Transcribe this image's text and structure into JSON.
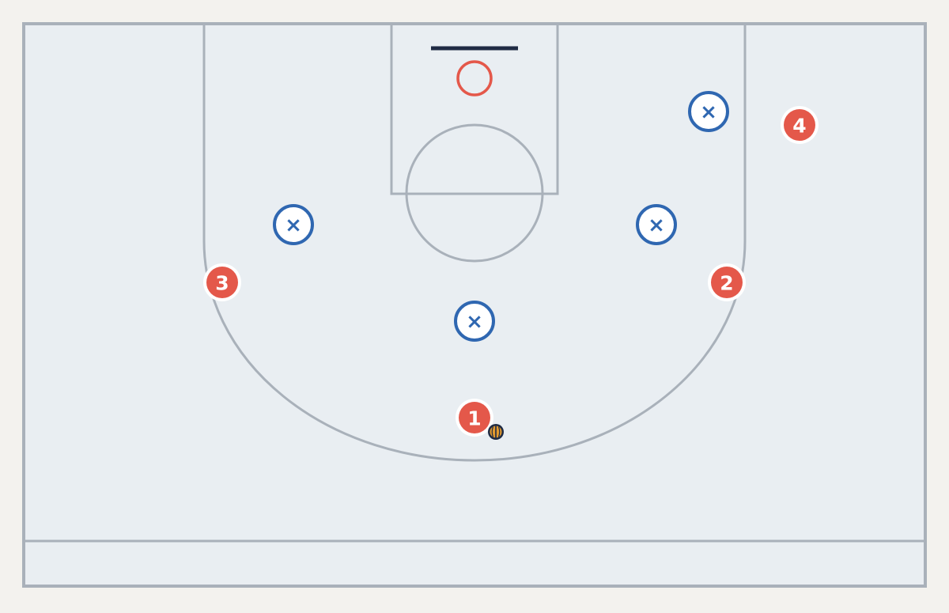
{
  "colors": {
    "page_background": "#f3f2ee",
    "court_fill": "#e9eef2",
    "court_lines": "#a9b1ba",
    "backboard": "#1f2b44",
    "rim": "#e4584a",
    "offense": "#e4584a",
    "offense_text": "#ffffff",
    "defense": "#2f67b1",
    "defense_fill": "#ffffff",
    "ball": "#e39a2f",
    "ball_outline": "#1f2b44"
  },
  "offense": [
    {
      "label": "1",
      "has_ball": true
    },
    {
      "label": "2",
      "has_ball": false
    },
    {
      "label": "3",
      "has_ball": false
    },
    {
      "label": "4",
      "has_ball": false
    }
  ],
  "defense": [
    {
      "label": "×",
      "role": "top"
    },
    {
      "label": "×",
      "role": "left-wing"
    },
    {
      "label": "×",
      "role": "right-wing"
    },
    {
      "label": "×",
      "role": "right-corner"
    }
  ]
}
